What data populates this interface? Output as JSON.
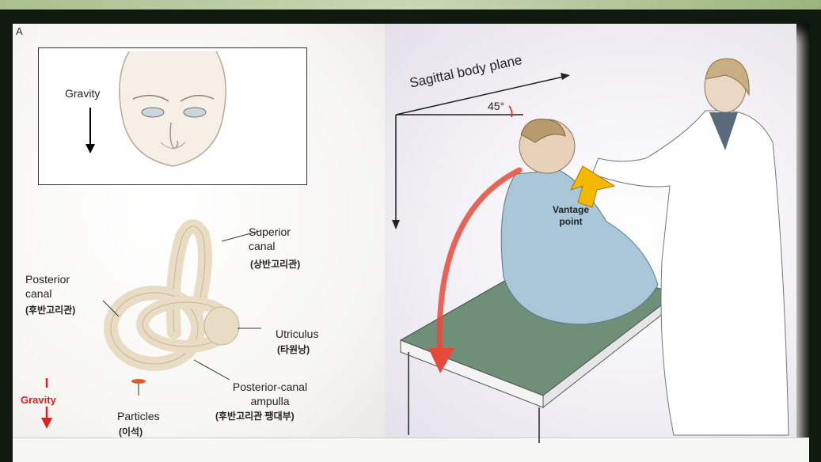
{
  "panel_letter": "A",
  "inset": {
    "gravity_label": "Gravity"
  },
  "ear": {
    "superior": {
      "label": "Superior\ncanal",
      "korean": "(상반고리관)"
    },
    "posterior": {
      "label": "Posterior\ncanal",
      "korean": "(후반고리관)"
    },
    "utriculus": {
      "label": "Utriculus",
      "korean": "(타원낭)"
    },
    "ampulla": {
      "label": "Posterior-canal\nampulla",
      "korean": "(후반고리관 팽대부)"
    },
    "particles": {
      "label": "Particles",
      "korean": "(이석)"
    },
    "gravity": "Gravity"
  },
  "scene": {
    "sagittal_label": "Sagittal body plane",
    "angle_label": "45°",
    "vantage_label": "Vantage\npoint"
  },
  "colors": {
    "gravity_red": "#dd2222",
    "vantage_arrow": "#f5b800",
    "table_top": "#6f8f79",
    "canal": "#e9dcc4"
  }
}
